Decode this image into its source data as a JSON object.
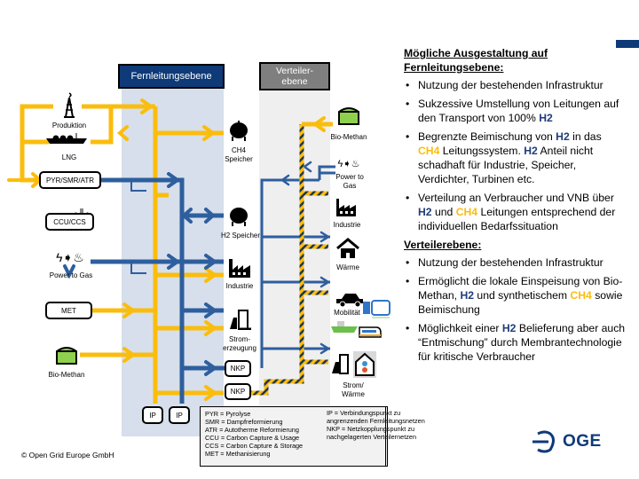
{
  "headers": {
    "fernleitung": "Fernleitungsebene",
    "verteiler": "Verteiler-\nebene"
  },
  "sources": {
    "produktion": "Produktion",
    "lng": "LNG",
    "pyr_smr_atr": "PYR/SMR/ATR",
    "ccu_ccs": "CCU/CCS",
    "power_to_gas": "Power to Gas",
    "met": "MET",
    "bio_methan": "Bio-Methan"
  },
  "fl_consumers": {
    "ch4_speicher": "CH4\nSpeicher",
    "h2_speicher": "H2 Speicher",
    "industrie": "Industrie",
    "strom": "Strom-\nerzeugung",
    "nkp1": "NKP",
    "nkp2": "NKP",
    "ip1": "IP",
    "ip2": "IP"
  },
  "vt_consumers": {
    "bio_methan": "Bio-Methan",
    "power_to_gas": "Power to Gas",
    "industrie": "Industrie",
    "waerme": "Wärme",
    "mobilitaet": "Mobilität",
    "strom_waerme": "Strom/\nWärme"
  },
  "legend": {
    "left": [
      "PYR = Pyrolyse",
      "SMR = Dampfreformierung",
      "ATR = Autotherme Reformierung",
      "CCU = Carbon Capture & Usage",
      "CCS = Carbon Capture & Storage",
      "MET = Methanisierung"
    ],
    "right": [
      "IP = Verbindungspunkt zu",
      "angrenzenden Fernleitungsnetzen",
      "NKP = Netzkopplungspunkt zu",
      "nachgelagerten Verteilernetzen"
    ]
  },
  "panel": {
    "title1": "Mögliche Ausgestaltung auf Fernleitungsebene:",
    "fl_items": [
      [
        {
          "t": "Nutzung der bestehenden Infrastruktur"
        }
      ],
      [
        {
          "t": "Sukzessive Umstellung von Leitungen auf den Transport von 100% "
        },
        {
          "t": "H2",
          "c": "h2"
        }
      ],
      [
        {
          "t": "Begrenzte Beimischung von "
        },
        {
          "t": "H2",
          "c": "h2"
        },
        {
          "t": " in das "
        },
        {
          "t": "CH4",
          "c": "ch4"
        },
        {
          "t": " Leitungssystem. "
        },
        {
          "t": "H2",
          "c": "h2"
        },
        {
          "t": " Anteil nicht schadhaft für Industrie, Speicher, Verdichter, Turbinen etc."
        }
      ],
      [
        {
          "t": "Verteilung an Verbraucher und VNB über "
        },
        {
          "t": "H2",
          "c": "h2"
        },
        {
          "t": " und "
        },
        {
          "t": "CH4",
          "c": "ch4"
        },
        {
          "t": " Leitungen entsprechend der individuellen Bedarfssituation"
        }
      ]
    ],
    "title2": "Verteilerebene:",
    "vt_items": [
      [
        {
          "t": "Nutzung der bestehenden Infrastruktur"
        }
      ],
      [
        {
          "t": "Ermöglicht die lokale Einspeisung von Bio-Methan, "
        },
        {
          "t": "H2",
          "c": "h2"
        },
        {
          "t": " und synthetischem "
        },
        {
          "t": "CH4",
          "c": "ch4"
        },
        {
          "t": " sowie Beimischung"
        }
      ],
      [
        {
          "t": "Möglichkeit einer "
        },
        {
          "t": "H2",
          "c": "h2"
        },
        {
          "t": " Belieferung aber auch “Entmischung” durch Membrantechnologie für kritische Verbraucher"
        }
      ]
    ]
  },
  "footer": {
    "copyright": "© Open Grid Europe GmbH",
    "logo": "OGE"
  },
  "colors": {
    "ch4": "#fbbd0c",
    "h2": "#2e5e9e",
    "brand": "#0e3a78"
  }
}
